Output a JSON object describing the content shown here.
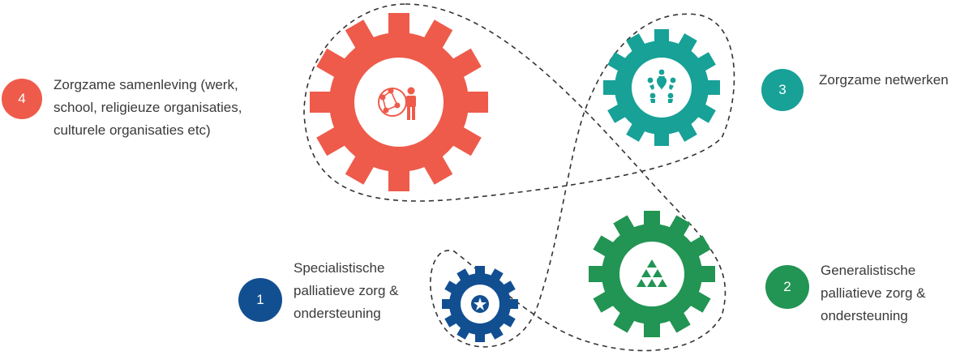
{
  "colors": {
    "red": "#EE5B4B",
    "teal": "#17A197",
    "green": "#229453",
    "blue": "#124F91",
    "path": "#333333",
    "text": "#3a3a3a"
  },
  "items": [
    {
      "number": "1",
      "color": "#124F91",
      "lines": [
        "Specialistische",
        "palliatieve zorg &",
        "ondersteuning"
      ],
      "icon": "star-icon"
    },
    {
      "number": "2",
      "color": "#229453",
      "lines": [
        "Generalistische",
        "palliatieve zorg &",
        "ondersteuning"
      ],
      "icon": "triangle-pyramid-icon"
    },
    {
      "number": "3",
      "color": "#17A197",
      "lines": [
        "Zorgzame netwerken"
      ],
      "icon": "people-circle-icon"
    },
    {
      "number": "4",
      "color": "#EE5B4B",
      "lines": [
        "Zorgzame samenleving (werk,",
        "school, religieuze organisaties,",
        "culturele organisaties etc)"
      ],
      "icon": "network-person-icon"
    }
  ]
}
